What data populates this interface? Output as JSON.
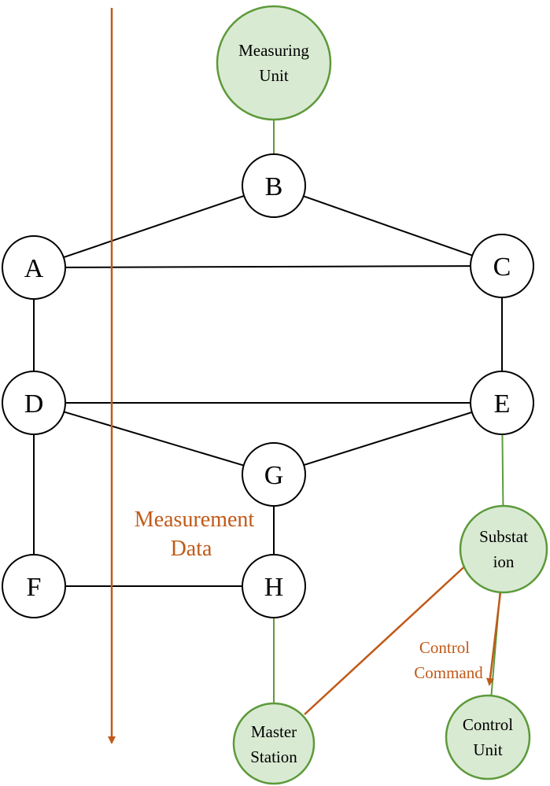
{
  "colors": {
    "node_stroke": "#000000",
    "node_fill": "#ffffff",
    "green_stroke": "#5d9a3a",
    "green_fill": "#d9ead3",
    "green_text": "#4a7a30",
    "flow": "#c05a18"
  },
  "nodes": {
    "A": {
      "label": "A"
    },
    "B": {
      "label": "B"
    },
    "C": {
      "label": "C"
    },
    "D": {
      "label": "D"
    },
    "E": {
      "label": "E"
    },
    "F": {
      "label": "F"
    },
    "G": {
      "label": "G"
    },
    "H": {
      "label": "H"
    }
  },
  "units": {
    "measuring_unit": {
      "lines": [
        "Measuring",
        "Unit"
      ]
    },
    "substation": {
      "lines": [
        "Substat",
        "ion"
      ]
    },
    "master_station": {
      "lines": [
        "Master",
        "Station"
      ]
    },
    "control_unit": {
      "lines": [
        "Control",
        "Unit"
      ]
    }
  },
  "annotations": {
    "measurement_data": {
      "lines": [
        "Measurement",
        "Data"
      ]
    },
    "control_command": {
      "lines": [
        "Control",
        "Command"
      ]
    }
  },
  "edges": [
    [
      "A",
      "B"
    ],
    [
      "B",
      "C"
    ],
    [
      "A",
      "C"
    ],
    [
      "A",
      "D"
    ],
    [
      "C",
      "E"
    ],
    [
      "D",
      "E"
    ],
    [
      "D",
      "G"
    ],
    [
      "E",
      "G"
    ],
    [
      "D",
      "F"
    ],
    [
      "G",
      "H"
    ],
    [
      "F",
      "H"
    ]
  ],
  "green_links": [
    [
      "measuring_unit",
      "B"
    ],
    [
      "E",
      "substation"
    ],
    [
      "H",
      "master_station"
    ],
    [
      "substation",
      "control_unit"
    ]
  ]
}
